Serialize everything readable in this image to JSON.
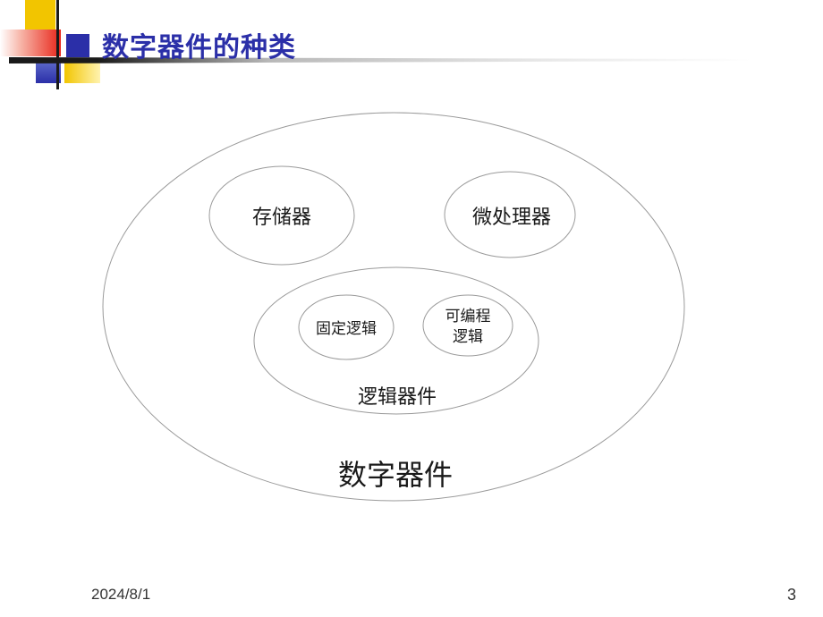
{
  "title": "数字器件的种类",
  "diagram": {
    "outer_label": "数字器件",
    "memory_label": "存储器",
    "microprocessor_label": "微处理器",
    "logic_label": "逻辑器件",
    "fixed_logic_label": "固定逻辑",
    "programmable_logic_line1": "可编程",
    "programmable_logic_line2": "逻辑"
  },
  "footer": {
    "date": "2024/8/1",
    "page": "3"
  }
}
